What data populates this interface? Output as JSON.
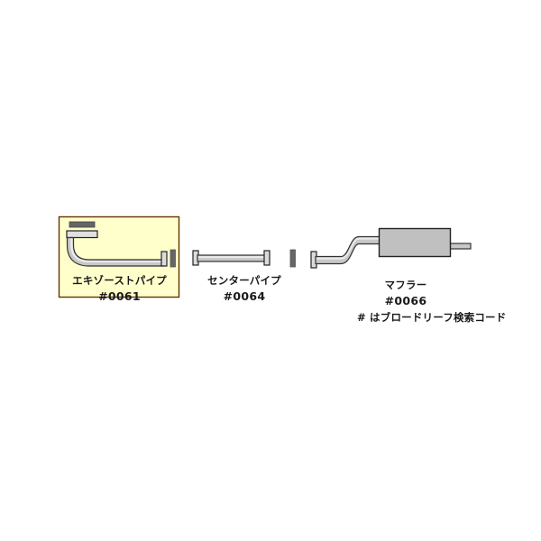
{
  "diagram": {
    "title": "exhaust-system-parts-diagram",
    "background_color": "#ffffff",
    "highlight_box": {
      "fill_color": "#ffffcc",
      "border_color": "#663300",
      "label": "highlighted-part-exhaust-pipe"
    },
    "colors": {
      "pipe_fill": "#c8c8c8",
      "pipe_highlight": "#e8e8e8",
      "pipe_outline": "#333333",
      "gasket_fill": "#666666",
      "flange_fill": "#d9d9d9",
      "muffler_fill": "#c0c0c0",
      "text": "#1a1a1a"
    }
  },
  "parts": [
    {
      "id": "exhaust-pipe",
      "name": "エキゾーストパイプ",
      "code": "#0061",
      "highlighted": true
    },
    {
      "id": "center-pipe",
      "name": "センターパイプ",
      "code": "#0064",
      "highlighted": false
    },
    {
      "id": "muffler",
      "name": "マフラー",
      "code": "#0066",
      "highlighted": false
    }
  ],
  "footnote": {
    "text": "# はブロードリーフ検索コード"
  }
}
